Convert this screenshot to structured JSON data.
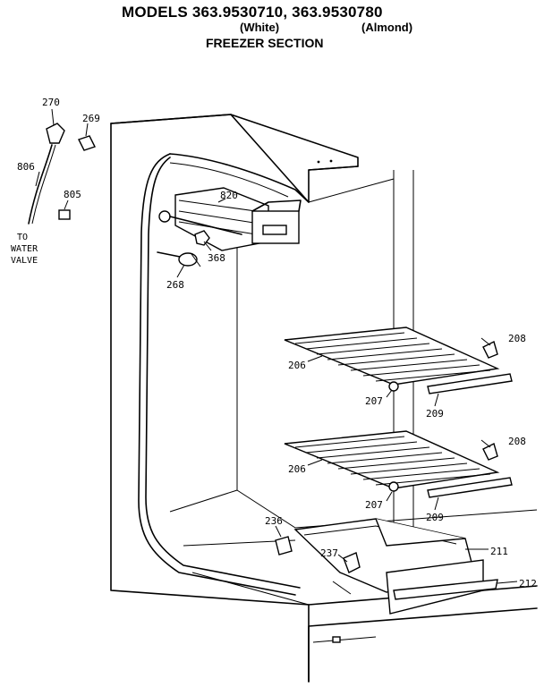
{
  "header": {
    "title": "MODELS 363.9530710, 363.9530780",
    "white": "(White)",
    "almond": "(Almond)",
    "section": "FREEZER SECTION"
  },
  "labels": {
    "p270": "270",
    "p269": "269",
    "p806": "806",
    "p805": "805",
    "p820": "820",
    "p368": "368",
    "p268": "268",
    "p208a": "208",
    "p206a": "206",
    "p207a": "207",
    "p209a": "209",
    "p208b": "208",
    "p206b": "206",
    "p207b": "207",
    "p209b": "209",
    "p236": "236",
    "p237": "237",
    "p211": "211",
    "p212": "212",
    "to": "TO",
    "water": "WATER",
    "valve": "VALVE"
  }
}
